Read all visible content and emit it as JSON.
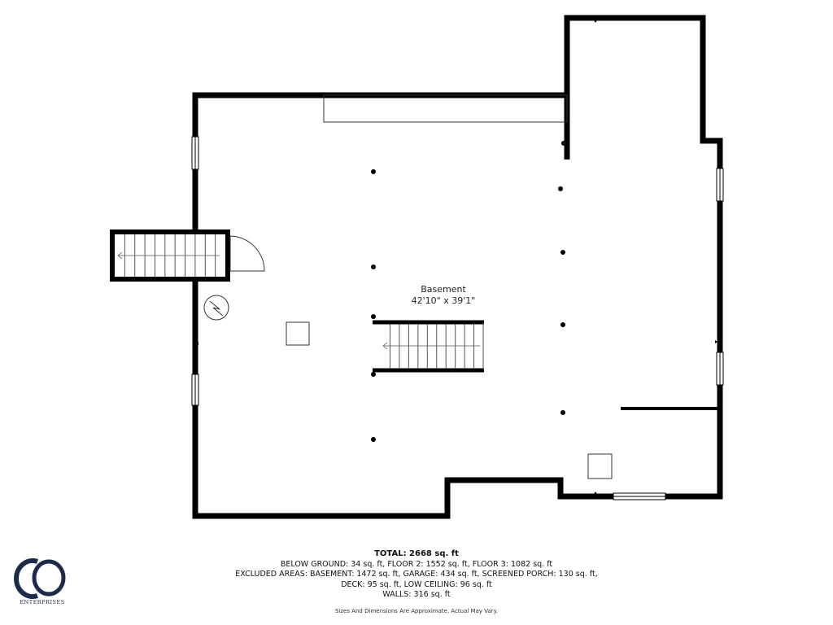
{
  "room": {
    "name": "Basement",
    "dimensions": "42'10\" x 39'1\""
  },
  "summary": {
    "total": "TOTAL: 2668 sq. ft",
    "line1": "BELOW GROUND: 34 sq. ft, FLOOR 2: 1552 sq. ft, FLOOR 3: 1082 sq. ft",
    "line2": "EXCLUDED AREAS: BASEMENT: 1472 sq. ft, GARAGE: 434 sq. ft, SCREENED PORCH: 130 sq. ft,",
    "line3": "DECK: 95 sq. ft, LOW CEILING: 96 sq. ft",
    "line4": "WALLS: 316 sq. ft",
    "note": "Sizes And Dimensions Are Approximate, Actual May Vary."
  },
  "logo": {
    "monogram": "CO",
    "subtitle": "ENTERPRISES",
    "color": "#1e2a4a"
  },
  "colors": {
    "wall": "#000000",
    "background": "#ffffff"
  }
}
